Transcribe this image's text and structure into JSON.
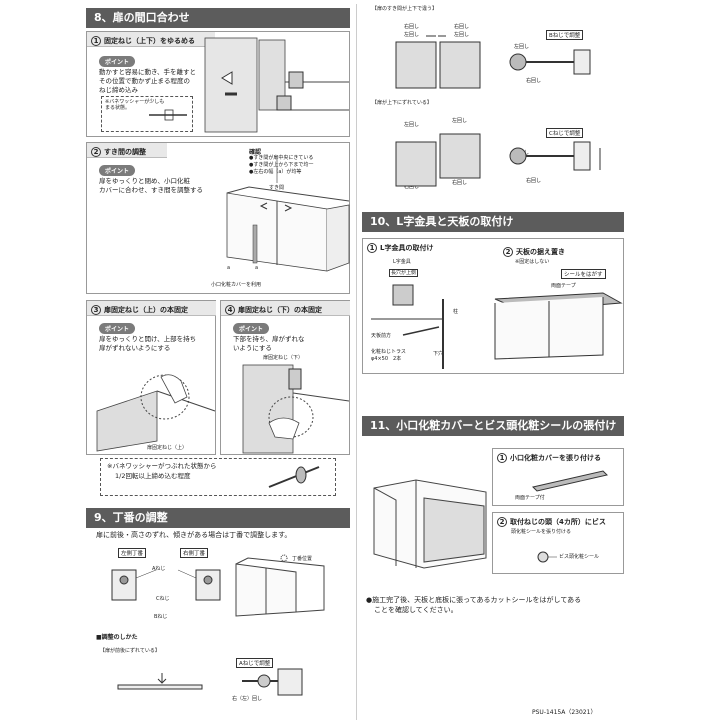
{
  "sections": {
    "s8": {
      "title": "8、扉の間口合わせ"
    },
    "s9": {
      "title": "9、丁番の調整"
    },
    "s10": {
      "title": "10、L字金具と天板の取付け"
    },
    "s11": {
      "title": "11、小口化粧カバーとビス頭化粧シールの張付け"
    }
  },
  "panels": {
    "p1": {
      "num": "1",
      "title": "固定ねじ（上下）をゆるめる",
      "point": "ポイント",
      "text": [
        "動かすと容易に動き、手を離すと",
        "その位置で動かず止まる程度の",
        "ねじ締め込み"
      ],
      "note": "※バネワッシャーが少しもまる状態。"
    },
    "p2": {
      "num": "2",
      "title": "すき間の調整",
      "point": "ポイント",
      "text": [
        "扉をゆっくりと閉め、小口化粧",
        "カバーに合わせ、すき間を調整する"
      ],
      "confirm_title": "確認",
      "confirm_items": [
        "●すき間が扉中央にきている",
        "●すき間が上から下まで均一",
        "●左右の幅（a）が均等"
      ],
      "gap_label": "すき間",
      "a_label": "a",
      "cover_label": "小口化粧カバーを利用"
    },
    "p3": {
      "num": "3",
      "title": "扉固定ねじ（上）の本固定",
      "point": "ポイント",
      "text": [
        "扉をゆっくりと開け、上部を持ち",
        "扉がずれないようにする"
      ],
      "screw_label": "扉固定ねじ（上）"
    },
    "p4": {
      "num": "4",
      "title": "扉固定ねじ（下）の本固定",
      "point": "ポイント",
      "text": [
        "下部を持ち、扉がずれな",
        "いようにする"
      ],
      "screw_label": "扉固定ねじ（下）"
    },
    "washer_note": [
      "※バネワッシャーがつぶれた状態から",
      "1/2回転以上締め込む程度"
    ]
  },
  "s9": {
    "intro": "扉に前後・高さのずれ、傾きがある場合は丁番で調整します。",
    "left_hinge": "左側丁番",
    "right_hinge": "右側丁番",
    "a_screw": "Aねじ",
    "b_screw": "Bねじ",
    "c_screw": "Cねじ",
    "hinge_pos": "丁番位置",
    "how_title": "■調整のしかた",
    "case1": "【扉が前後にずれている】",
    "a_adjust": "Aねじで調整",
    "rotation": "右（左）回し"
  },
  "top_right": {
    "case2": "【扉のすき間が上下で違う】",
    "case3": "【扉が上下にずれている】",
    "right_turn": "右回し",
    "left_turn": "左回し",
    "b_adjust": "Bねじで調整",
    "c_adjust": "Cねじで調整"
  },
  "s10": {
    "p1_num": "1",
    "p1_title": "L字金具の取付け",
    "l_label": "L字金具",
    "hole_label": "長穴が上側",
    "top_front": "天板前方",
    "screw_spec": [
      "化粧ねじトラス",
      "φ4×50　2本"
    ],
    "pillar": "柱",
    "lower_hole": "下穴",
    "p2_num": "2",
    "p2_title": "天板の据え置き",
    "p2_note": "※固定はしない",
    "seal_label": "シールをはがす",
    "tape_label": "両面テープ"
  },
  "s11": {
    "p1_num": "1",
    "p1_title": "小口化粧カバーを張り付ける",
    "tape": "両面テープ付",
    "p2_num": "2",
    "p2_title": [
      "取付ねじの頭（4カ所）にビス",
      "頭化粧シールを張り付ける"
    ],
    "seal": "ビス頭化粧シール",
    "final": [
      "●施工完了後、天板と底板に張ってあるカットシールをはがしてある",
      "ことを確認してください。"
    ]
  },
  "footer": "PSU-1415A（23021）"
}
